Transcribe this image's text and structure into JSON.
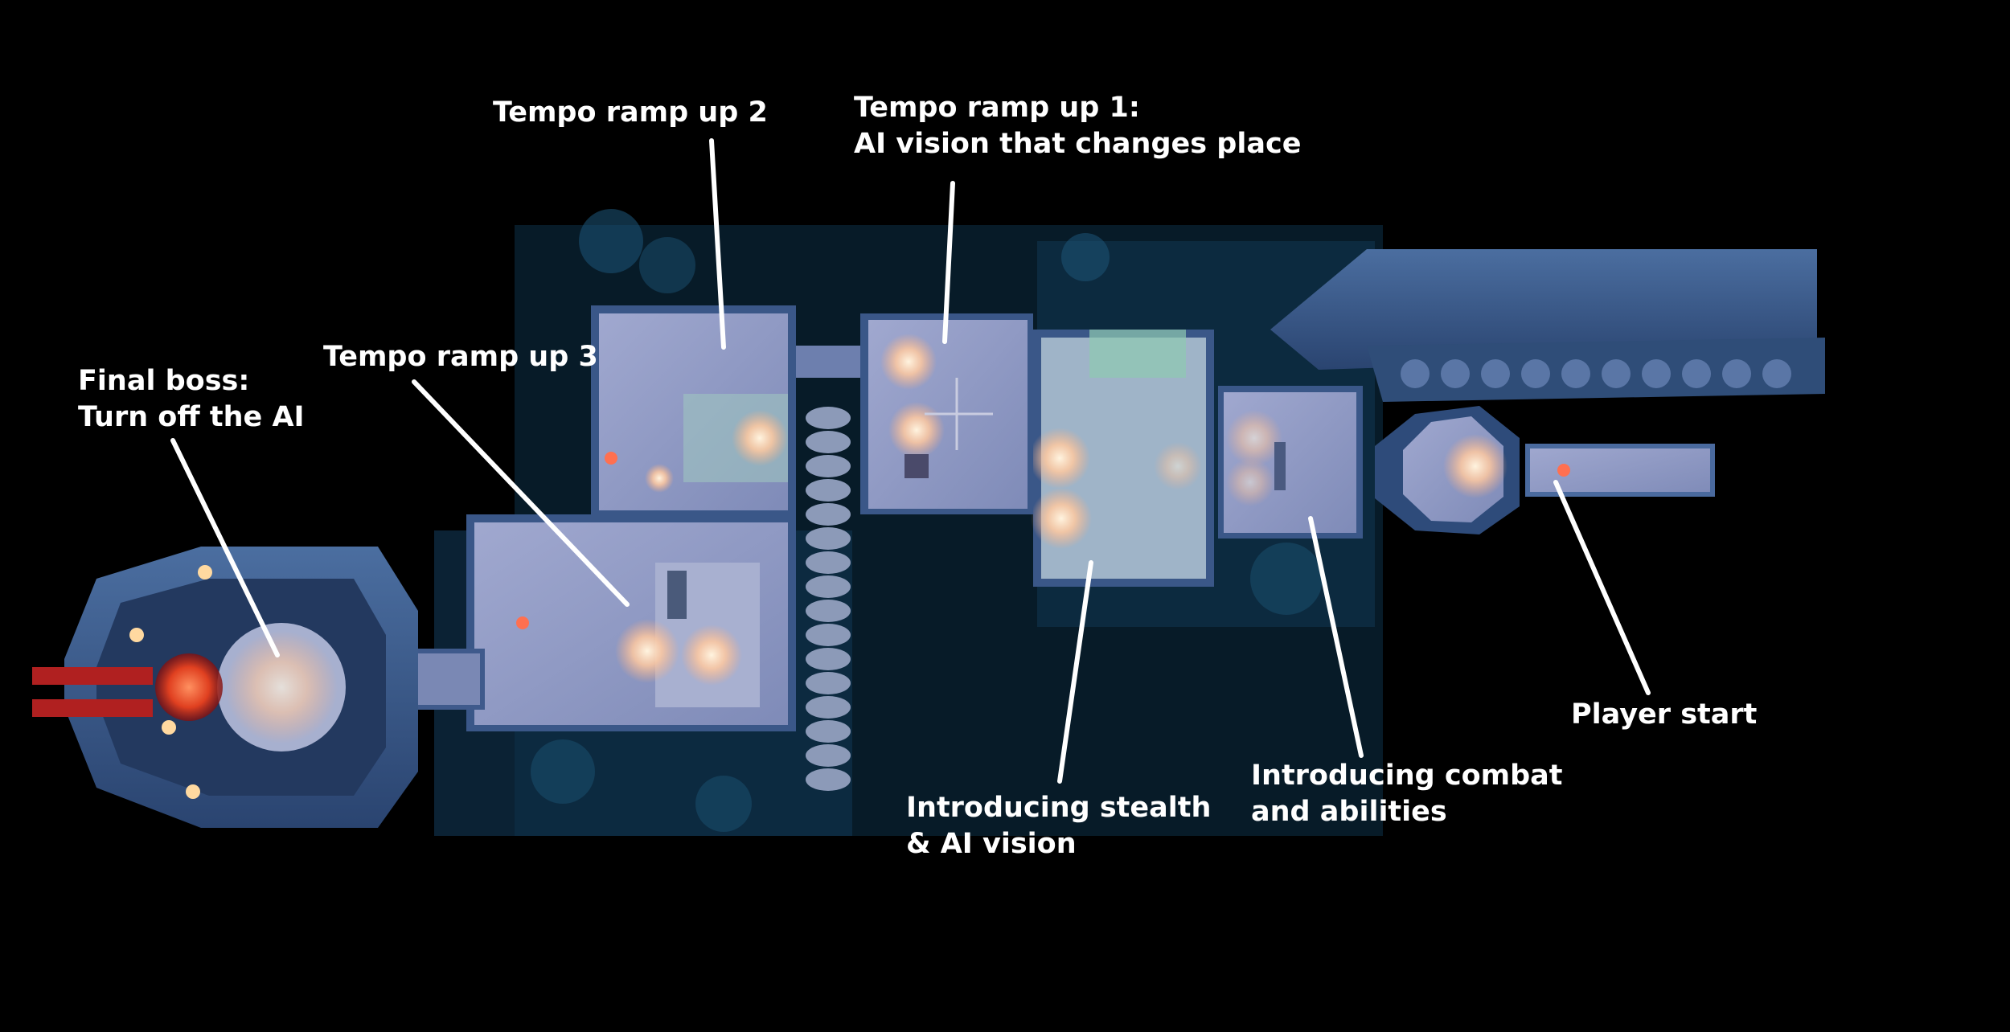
{
  "annotations": {
    "tempo2": {
      "lines": [
        "Tempo ramp up 2"
      ]
    },
    "tempo1": {
      "lines": [
        "Tempo ramp up 1:",
        "AI vision that changes place"
      ]
    },
    "tempo3": {
      "lines": [
        "Tempo ramp up 3"
      ]
    },
    "boss": {
      "lines": [
        "Final boss:",
        "Turn off the AI"
      ]
    },
    "player_start": {
      "lines": [
        "Player start"
      ]
    },
    "stealth": {
      "lines": [
        "Introducing stealth",
        "& AI vision"
      ]
    },
    "combat": {
      "lines": [
        "Introducing combat",
        "and abilities"
      ]
    }
  },
  "colors": {
    "background": "#000000",
    "label_text": "#ffffff",
    "pointer_line": "#ffffff",
    "hull": "#3a5a8a",
    "room_floor": "#8f9bc4",
    "light_glow": "#ffd9b0",
    "boss_core": "#e04020",
    "hull_accent": "#1e6f9a"
  }
}
